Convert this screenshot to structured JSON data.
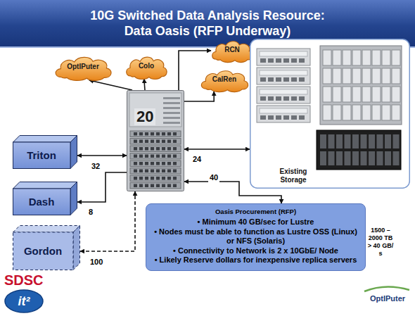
{
  "diagram": {
    "title": "10G Switched Data Analysis Resource: Data Oasis (RFP Underway)",
    "nodes": [
      {
        "text": [
          "OptIPuter"
        ]
      },
      {
        "text": [
          "Colo"
        ]
      },
      {
        "text": [
          "RCN"
        ]
      },
      {
        "text": [
          "CalRen"
        ]
      },
      {
        "text": [
          "Existing Storage"
        ]
      },
      {
        "text": [
          "20"
        ]
      },
      {
        "text": [
          "Triton"
        ]
      },
      {
        "text": [
          "Dash"
        ]
      },
      {
        "text": [
          "Gordon"
        ]
      },
      {
        "text": [
          "Oasis Procurement (RFP)",
          "• Minimum 40 GB/sec for Lustre",
          "• Nodes must be able to function as Lustre OSS (Linux) or NFS (Solaris)",
          "• Connectivity to Network is 2 x 10GbE/ Node",
          "• Likely Reserve dollars for inexpensive replica servers"
        ]
      }
    ],
    "edges": [
      {
        "from": 5,
        "to": 0,
        "arrow": "to"
      },
      {
        "from": 5,
        "to": 1,
        "arrow": "to"
      },
      {
        "from": 5,
        "to": 2,
        "arrow": "to"
      },
      {
        "from": 5,
        "to": 3,
        "arrow": "to"
      },
      {
        "from": 6,
        "to": 5,
        "label": "32",
        "arrow": "both"
      },
      {
        "from": 5,
        "to": 7,
        "label": "8",
        "arrow": "to"
      },
      {
        "from": 8,
        "to": 5,
        "label": "100",
        "arrow": "both"
      },
      {
        "from": 5,
        "to": 4,
        "label": "24",
        "arrow": "both"
      },
      {
        "from": 5,
        "to": 9,
        "label": "40",
        "arrow": "both"
      }
    ],
    "labels": [
      "1500 – 2000 TB > 40 GB/ s",
      "SDSC",
      "it²",
      "OptIPuter"
    ]
  }
}
